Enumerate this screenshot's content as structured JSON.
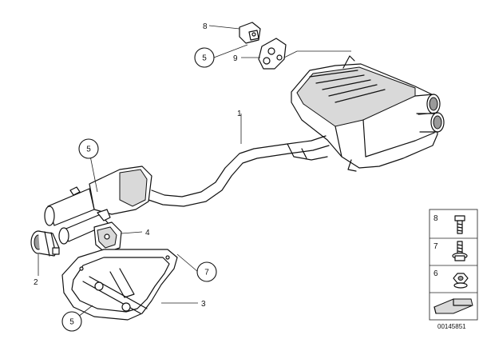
{
  "callouts": {
    "c1": "1",
    "c2": "2",
    "c3": "3",
    "c4": "4",
    "c5_top": "5",
    "c5_left": "5",
    "c5_bottom": "5",
    "c7": "7",
    "c8": "8",
    "c9": "9"
  },
  "legend": {
    "items": [
      "8",
      "7",
      "6"
    ]
  },
  "image_number": "00145851"
}
